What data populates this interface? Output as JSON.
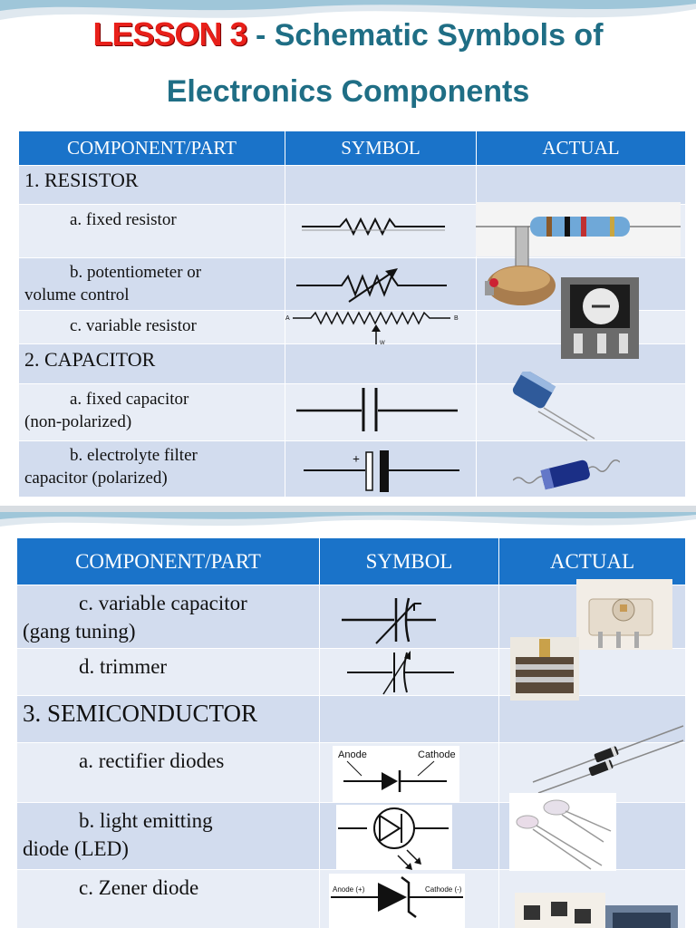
{
  "slide1": {
    "title_lesson": "LESSON 3",
    "title_rest_line1": " - Schematic Symbols of",
    "title_rest_line2": "Electronics Components",
    "headers": [
      "COMPONENT/PART",
      "SYMBOL",
      "ACTUAL"
    ],
    "rows": [
      {
        "text": "1.  RESISTOR"
      },
      {
        "text": "a. fixed resistor"
      },
      {
        "text_line1": "b. potentiometer or",
        "text_line2": "volume control"
      },
      {
        "text": "c. variable resistor"
      },
      {
        "text": "2. CAPACITOR"
      },
      {
        "text_line1": "a. fixed capacitor",
        "text_line2": "(non-polarized)"
      },
      {
        "text_line1": "b. electrolyte filter",
        "text_line2": "capacitor (polarized)"
      }
    ],
    "symbol_labels": {
      "a": "A",
      "b": "B",
      "w": "W",
      "plus": "+"
    }
  },
  "slide2": {
    "headers": [
      "COMPONENT/PART",
      "SYMBOL",
      "ACTUAL"
    ],
    "rows": [
      {
        "text_line1": "c. variable capacitor",
        "text_line2": "(gang tuning)"
      },
      {
        "text": "d. trimmer"
      },
      {
        "text": "3.  SEMICONDUCTOR"
      },
      {
        "text": "a. rectifier diodes"
      },
      {
        "text_line1": "b. light emitting",
        "text_line2": "diode (LED)"
      },
      {
        "text": "c. Zener diode"
      }
    ],
    "symbol_labels": {
      "anode": "Anode",
      "cathode": "Cathode",
      "anode_plus": "Anode (+)",
      "cathode_minus": "Cathode (-)"
    }
  },
  "colors": {
    "header": "#1a73c9",
    "title": "#1f6e85",
    "lesson": "#e8201a",
    "row_a": "#e8edf6",
    "row_b": "#d2dcee"
  }
}
